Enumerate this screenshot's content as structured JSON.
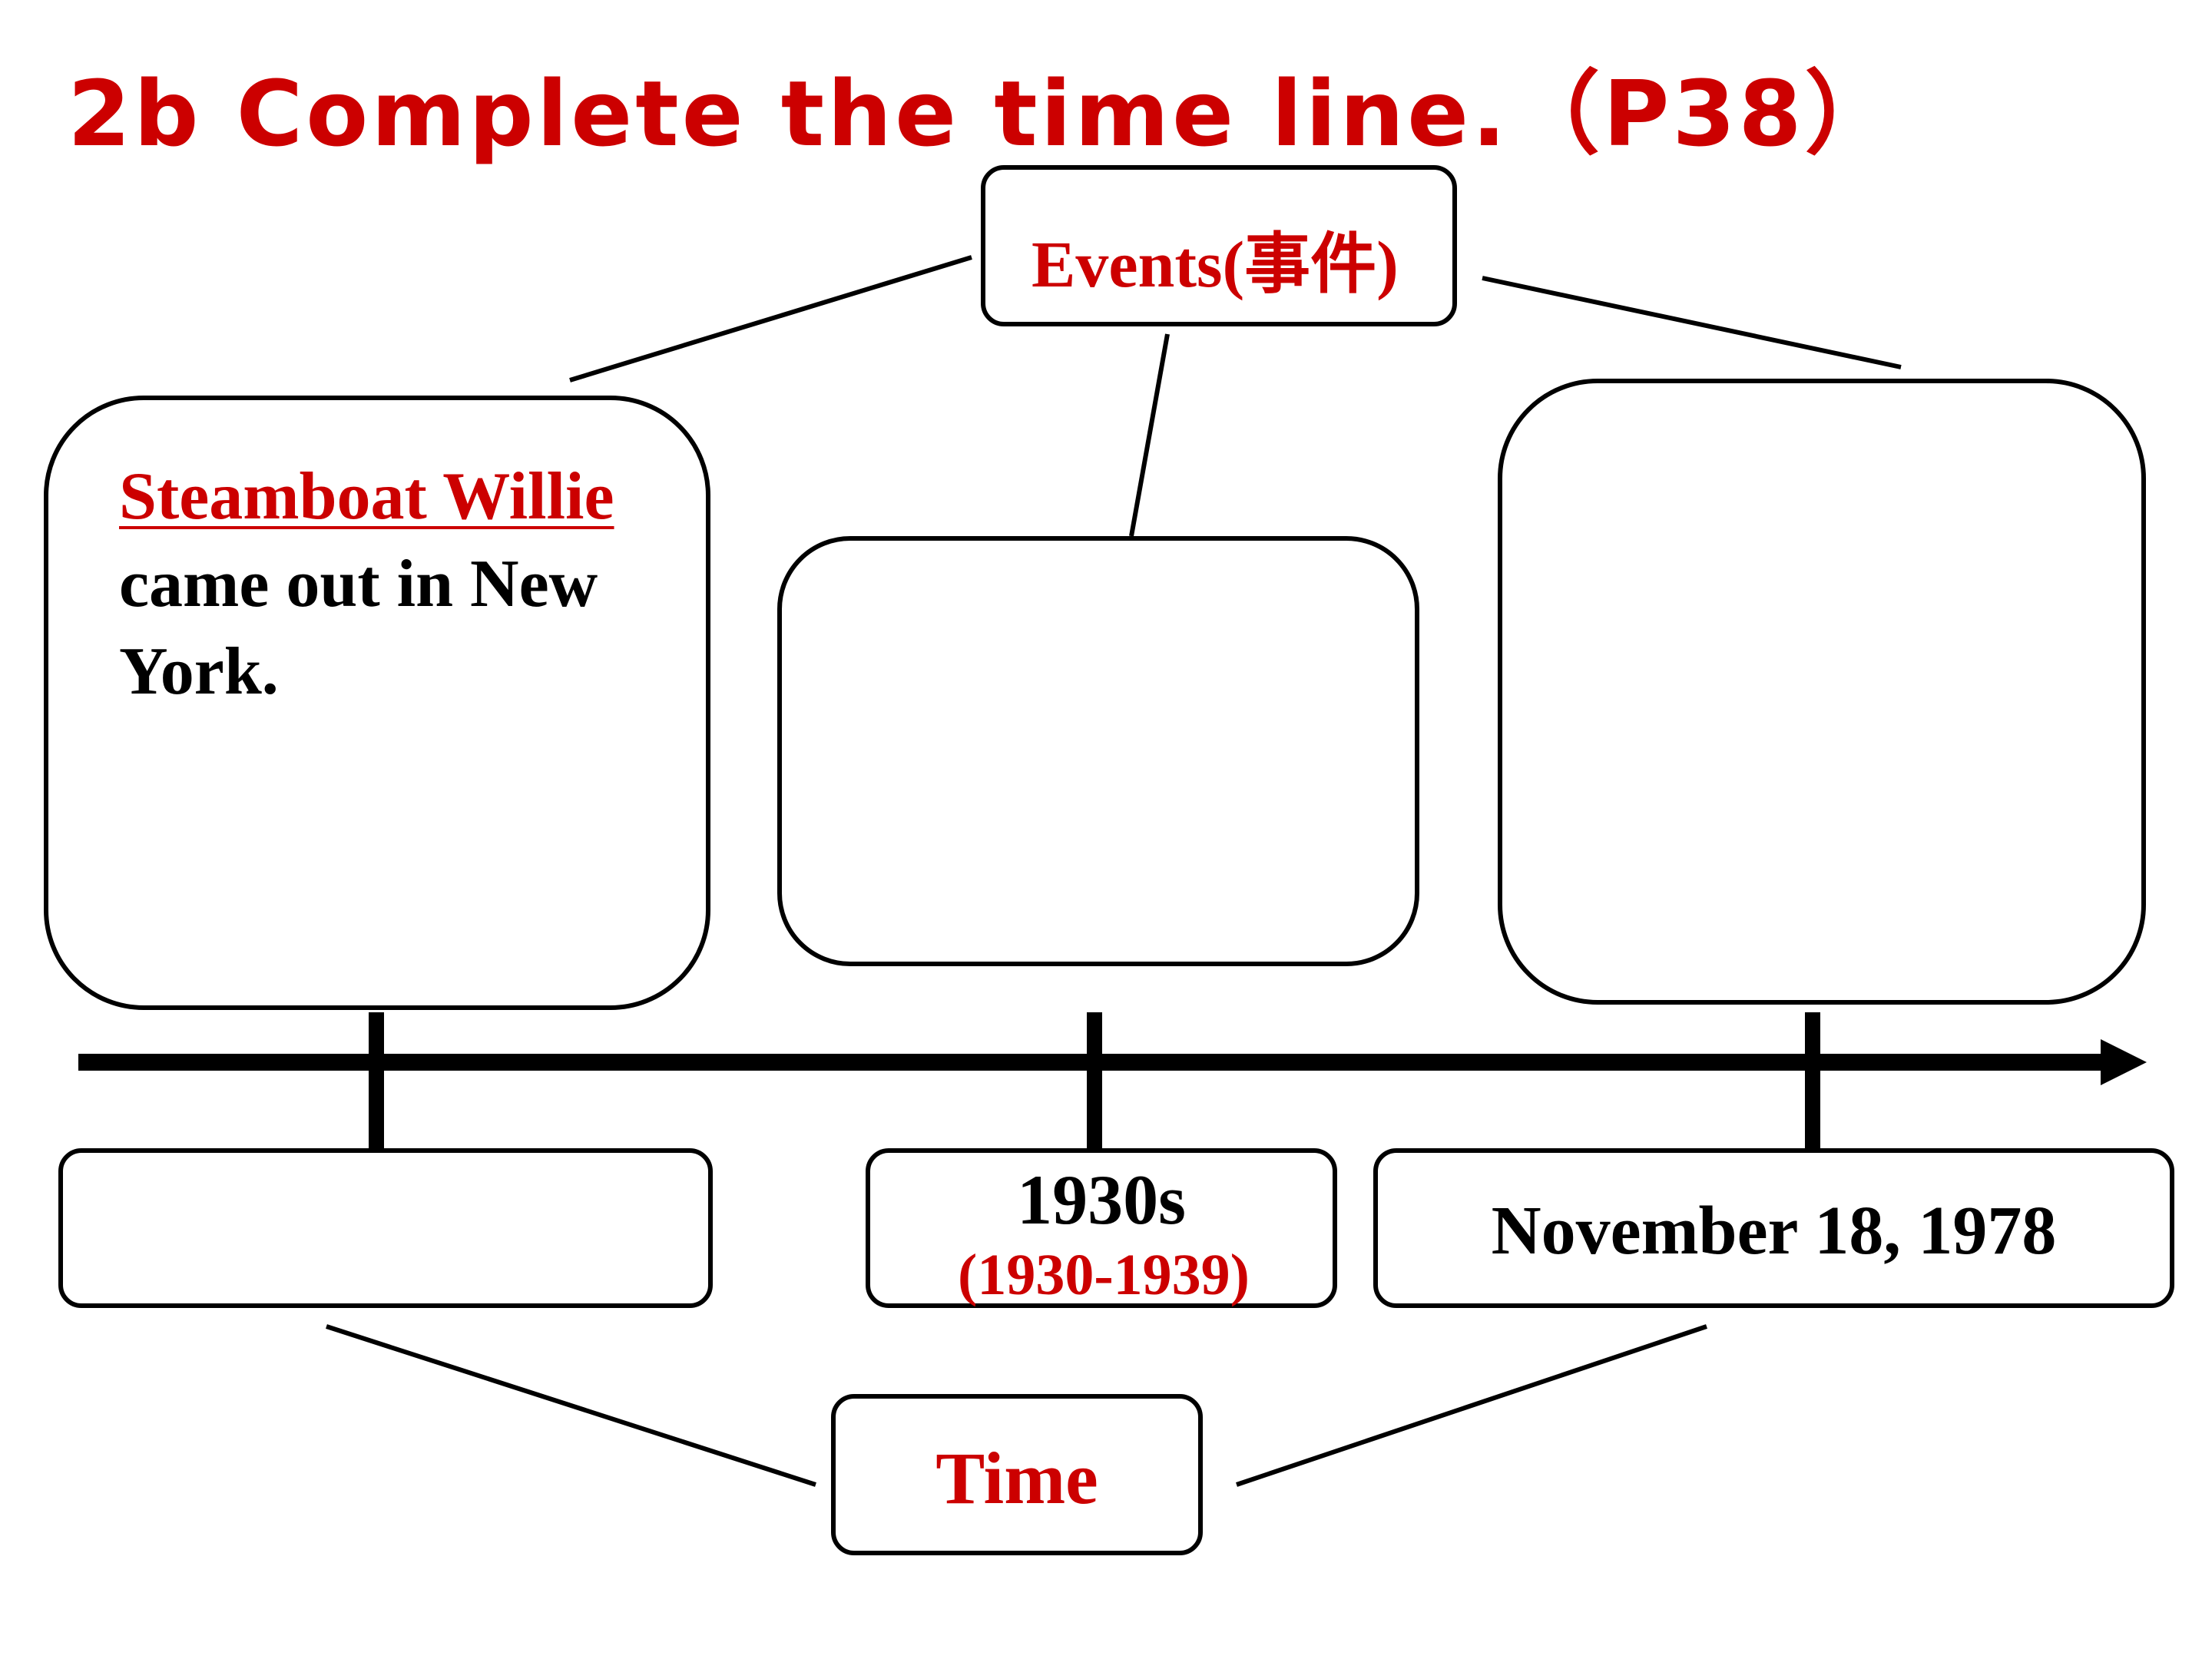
{
  "title": "2b Complete the time line.（P38）",
  "labels": {
    "events": "Events(事件)",
    "time": "Time"
  },
  "events": [
    {
      "highlight": "Steamboat Willie",
      "text": "came out in New York."
    },
    {
      "highlight": "",
      "text": ""
    },
    {
      "highlight": "",
      "text": ""
    }
  ],
  "times": [
    {
      "main": "",
      "sub": ""
    },
    {
      "main": "1930s",
      "sub": "(1930-1939)"
    },
    {
      "main": "November 18, 1978",
      "sub": ""
    }
  ],
  "colors": {
    "accent": "#cc0000",
    "ink": "#000000"
  }
}
